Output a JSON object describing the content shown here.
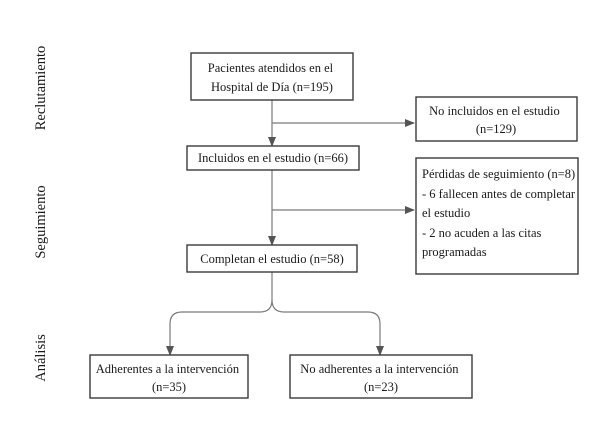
{
  "stages": {
    "recruitment": "Reclutamiento",
    "followup": "Seguimiento",
    "analysis": "Análisis"
  },
  "boxes": {
    "attended": [
      "Pacientes atendidos en el",
      "Hospital de Día  (n=195)"
    ],
    "not_included": [
      "No incluidos en el estudio",
      "(n=129)"
    ],
    "included": [
      "Incluidos en el estudio (n=66)"
    ],
    "losses": [
      "Pérdidas de seguimiento (n=8)",
      "- 6 fallecen antes de completar",
      "el estudio",
      "- 2 no acuden a las citas",
      "programadas"
    ],
    "completed": [
      "Completan el estudio (n=58)"
    ],
    "adherent": [
      "Adherentes a la intervención",
      "(n=35)"
    ],
    "non_adherent": [
      "No adherentes a la intervención",
      "(n=23)"
    ]
  },
  "colors": {
    "box_border": "#3a3a3a",
    "connector": "#7a7a7a",
    "text": "#1a1a1a"
  }
}
